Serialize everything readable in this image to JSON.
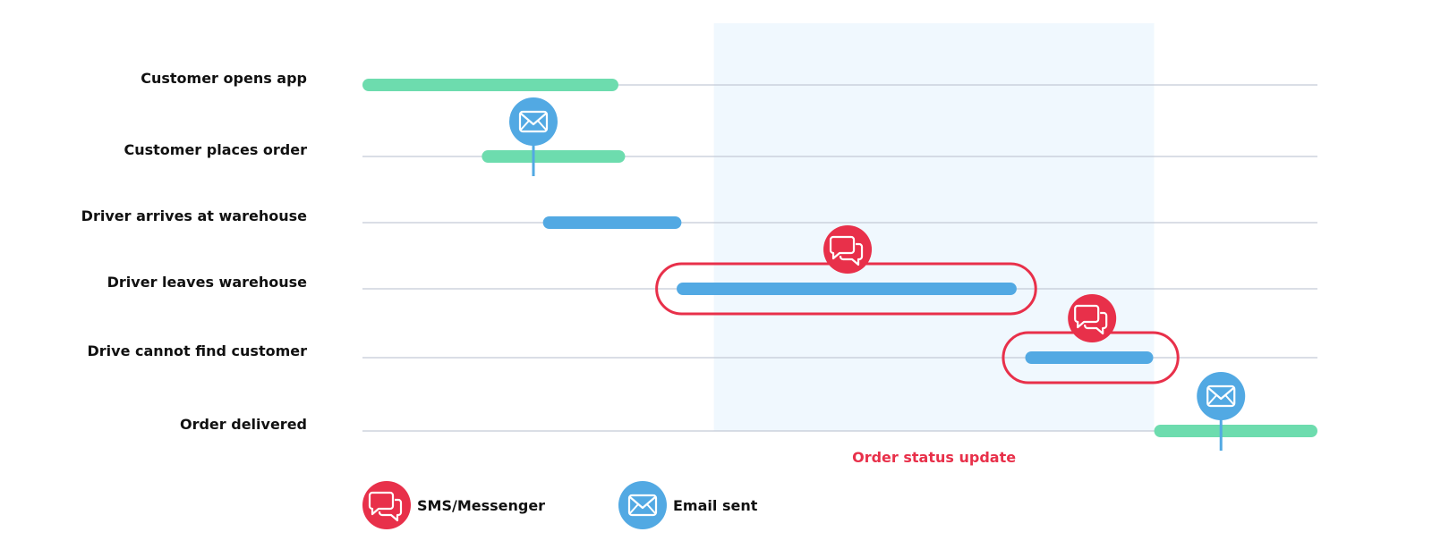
{
  "colors": {
    "green": "#6ddcae",
    "blue": "#52a9e3",
    "red": "#e8304a",
    "track": "#c4c9d6",
    "zone": "#f0f8fe",
    "text": "#111111"
  },
  "rows": [
    {
      "label": "Customer opens app",
      "bars": [
        {
          "start": 0.0,
          "end": 0.268,
          "color": "green"
        }
      ]
    },
    {
      "label": "Customer places order",
      "bars": [
        {
          "start": 0.125,
          "end": 0.275,
          "color": "green"
        }
      ]
    },
    {
      "label": "Driver arrives at warehouse",
      "bars": [
        {
          "start": 0.189,
          "end": 0.334,
          "color": "blue"
        }
      ]
    },
    {
      "label": "Driver leaves warehouse",
      "bars": [
        {
          "start": 0.329,
          "end": 0.685,
          "color": "blue"
        }
      ]
    },
    {
      "label": "Drive cannot find customer",
      "bars": [
        {
          "start": 0.694,
          "end": 0.828,
          "color": "blue"
        }
      ]
    },
    {
      "label": "Order delivered",
      "bars": [
        {
          "start": 0.829,
          "end": 1.0,
          "color": "green"
        }
      ]
    }
  ],
  "notifications": [
    {
      "type": "email",
      "row": 1,
      "at": 0.179,
      "icon": "envelope-icon"
    },
    {
      "type": "sms",
      "row": 3,
      "at": 0.508,
      "icon": "chat-bubbles-icon",
      "highlight": {
        "start": 0.308,
        "end": 0.705
      }
    },
    {
      "type": "sms",
      "row": 4,
      "at": 0.764,
      "icon": "chat-bubbles-icon",
      "highlight": {
        "start": 0.671,
        "end": 0.854
      }
    },
    {
      "type": "email",
      "row": 5,
      "at": 0.899,
      "icon": "envelope-icon"
    }
  ],
  "zone": {
    "start": 0.368,
    "end": 0.829,
    "label": "Order status update"
  },
  "legend": [
    {
      "type": "sms",
      "label": "SMS/Messenger",
      "icon": "chat-bubbles-icon"
    },
    {
      "type": "email",
      "label": "Email sent",
      "icon": "envelope-icon"
    }
  ]
}
